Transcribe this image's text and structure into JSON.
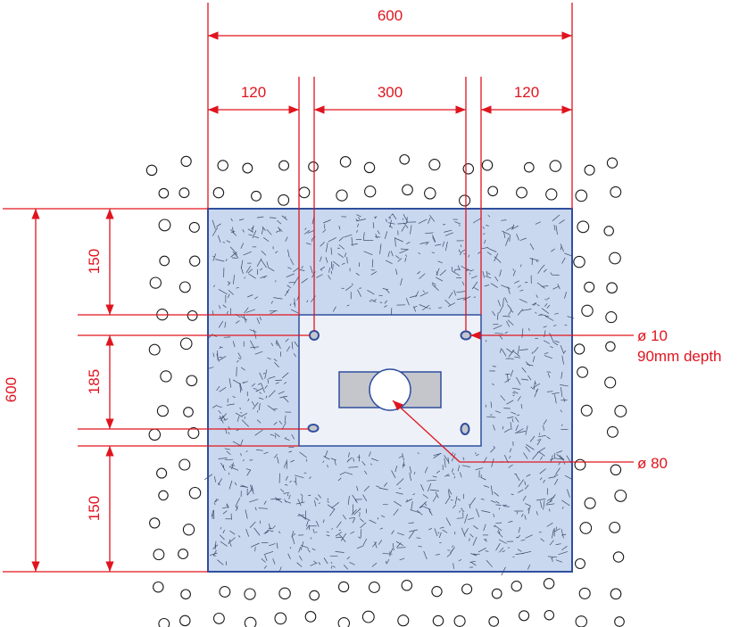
{
  "labels": {
    "overall_width": "600",
    "left_edge": "120",
    "center_span": "300",
    "right_edge": "120",
    "overall_height": "600",
    "top_edge": "150",
    "hole_spacing": "185",
    "bottom_edge": "150",
    "hole_diameter": "ø 10",
    "hole_depth": "90mm depth",
    "center_hole_diameter": "ø 80"
  },
  "colors": {
    "dimension": "#e0141e",
    "foundation_fill": "#c9d8ef",
    "foundation_border": "#2f4f9f",
    "plate_fill": "#eef1f7",
    "slot_fill": "#c4c6cc",
    "pebble": "#1a1a1a"
  }
}
